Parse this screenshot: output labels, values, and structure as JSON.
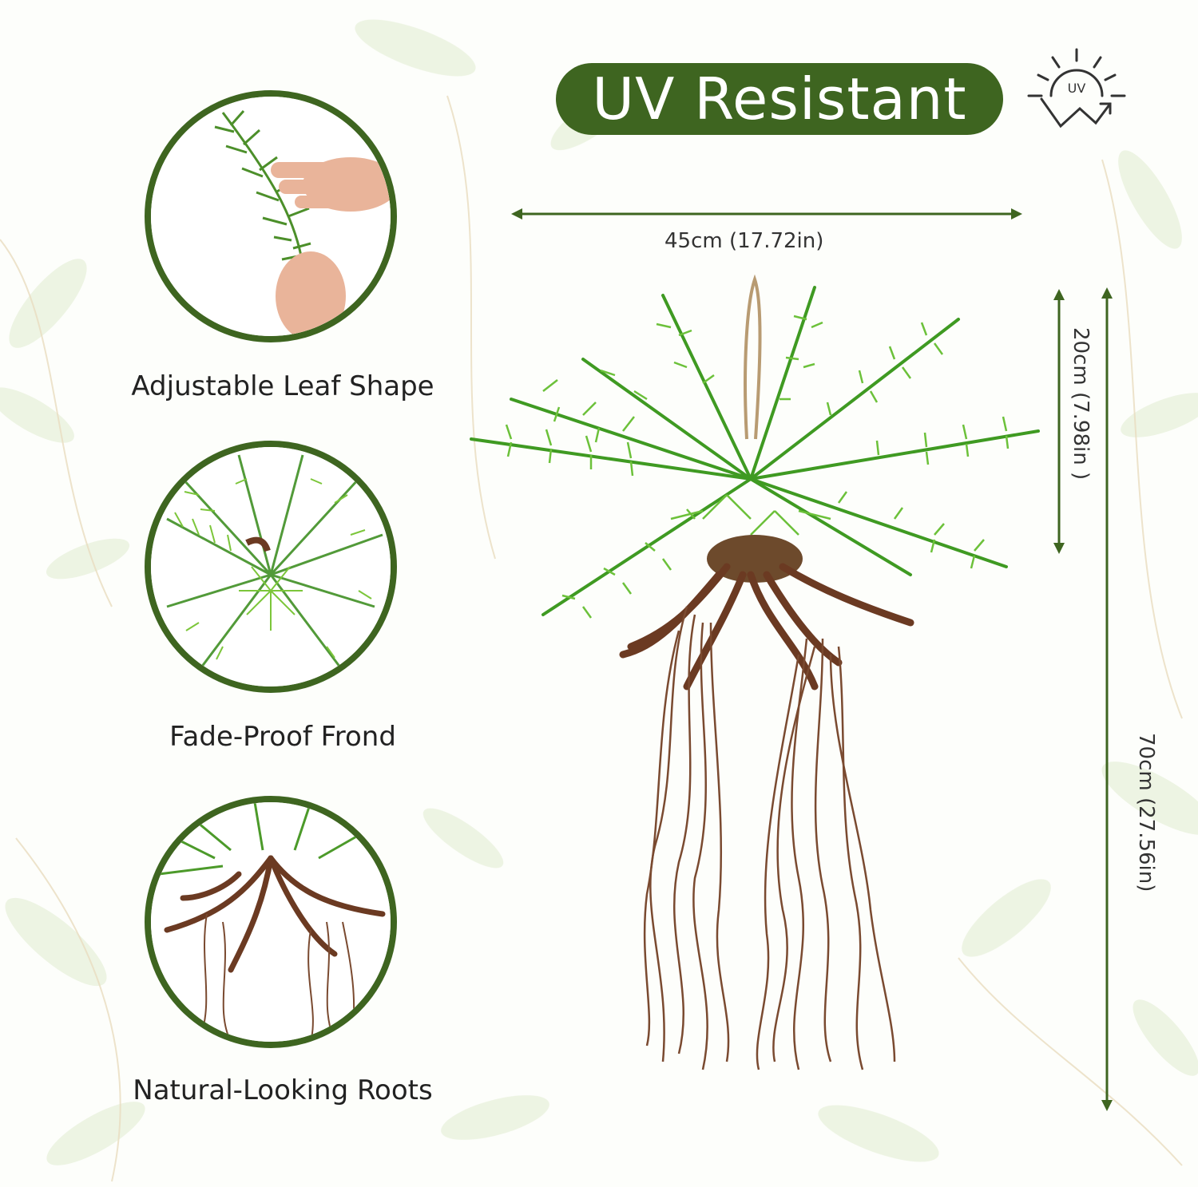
{
  "header": {
    "badge_label": "UV Resistant",
    "icon_text": "UV",
    "icon": "uv-sun-icon"
  },
  "features": [
    {
      "label": "Adjustable Leaf Shape",
      "icon": "hand-stem-photo"
    },
    {
      "label": "Fade-Proof Frond",
      "icon": "frond-photo"
    },
    {
      "label": "Natural-Looking Roots",
      "icon": "roots-photo"
    }
  ],
  "dimensions": {
    "width": "45cm  (17.72in)",
    "foliage_height": "20cm  (7.98in )",
    "total_height": "70cm  (27.56in)"
  },
  "colors": {
    "accent": "#3e6520",
    "leaf": "#5aa62e",
    "root": "#6b3a22"
  }
}
